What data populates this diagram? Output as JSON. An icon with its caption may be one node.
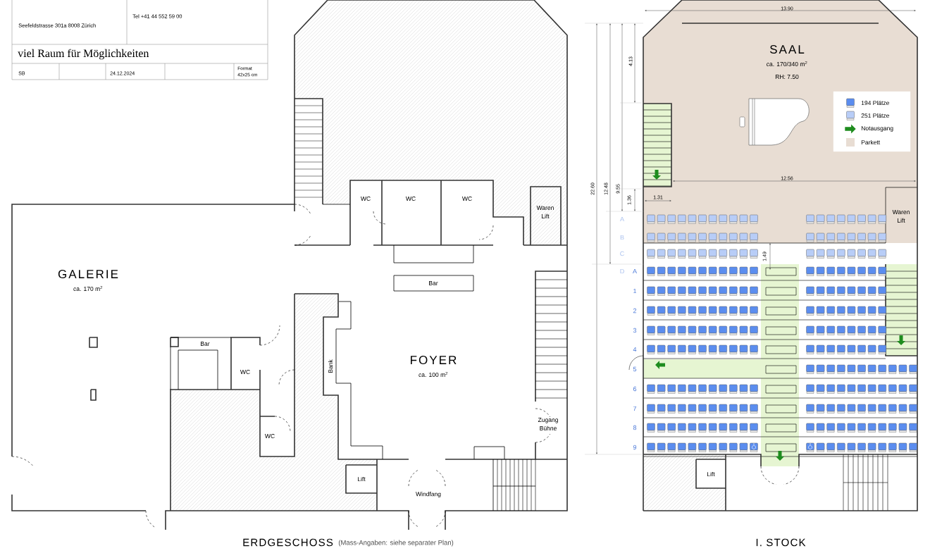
{
  "diagram": {
    "title": "viel Raum für Möglichkeiten",
    "nodes": [
      {
        "text": [
          "GALERIE",
          "ca. 170 m$^{2}$"
        ]
      },
      {
        "text": [
          "Bar"
        ]
      },
      {
        "text": [
          "WC"
        ]
      },
      {
        "text": [
          "WC"
        ]
      },
      {
        "text": [
          "WC"
        ]
      },
      {
        "text": [
          "WC"
        ]
      },
      {
        "text": [
          "WC"
        ]
      },
      {
        "text": [
          "Waren Lift"
        ]
      },
      {
        "text": [
          "Bar"
        ]
      },
      {
        "text": [
          "FOYER",
          "ca. 100 m$^{2}$"
        ]
      },
      {
        "text": [
          "Bank"
        ]
      },
      {
        "text": [
          "Zugang Bühne"
        ]
      },
      {
        "text": [
          "Lift"
        ]
      },
      {
        "text": [
          "Windfang"
        ]
      },
      {
        "text": [
          "SAAL",
          "ca. 170/340 m$^{2}$",
          "RH: 7.50"
        ]
      },
      {
        "text": [
          "Waren Lift"
        ]
      },
      {
        "text": [
          "Lift"
        ]
      }
    ],
    "labels": [
      "Seefeldstrasse 301a 8008 Zürich",
      "Tel +41 44 552 59 00",
      "SB",
      "24.12.2024",
      "Format",
      "42x25 cm",
      "13.90",
      "22.60",
      "12.48",
      "9.55",
      "4.13",
      "12.56",
      "1.36",
      "1.31",
      "A",
      "B",
      "C",
      "1.49",
      "D",
      "A",
      "1",
      "2",
      "3",
      "4",
      "5",
      "6",
      "7",
      "8",
      "9",
      "ERDGESCHOSS",
      "(Mass-Angaben: siehe separater Plan)",
      "I. STOCK"
    ],
    "legend": [
      {
        "text": "194 Plätze"
      },
      {
        "text": "251 Plätze"
      },
      {
        "text": "Notausgang"
      },
      {
        "text": "Parkett",
        "color": "#e8ddd3"
      }
    ]
  }
}
